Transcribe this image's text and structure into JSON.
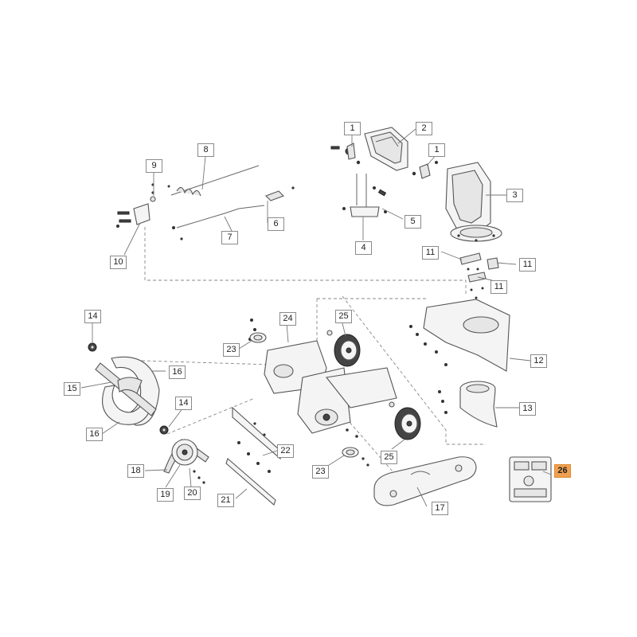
{
  "labels": {
    "p1a": "1",
    "p1b": "1",
    "p2": "2",
    "p3": "3",
    "p4": "4",
    "p5": "5",
    "p6": "6",
    "p7": "7",
    "p8": "8",
    "p9": "9",
    "p10": "10",
    "p11a": "11",
    "p11b": "11",
    "p11c": "11",
    "p12": "12",
    "p13": "13",
    "p14a": "14",
    "p14b": "14",
    "p15": "15",
    "p16a": "16",
    "p16b": "16",
    "p17": "17",
    "p18": "18",
    "p19": "19",
    "p20": "20",
    "p21": "21",
    "p22": "22",
    "p23a": "23",
    "p23b": "23",
    "p24": "24",
    "p25a": "25",
    "p25b": "25",
    "p26": "26"
  },
  "colors": {
    "highlight": "#f0a050",
    "line": "#666666"
  }
}
